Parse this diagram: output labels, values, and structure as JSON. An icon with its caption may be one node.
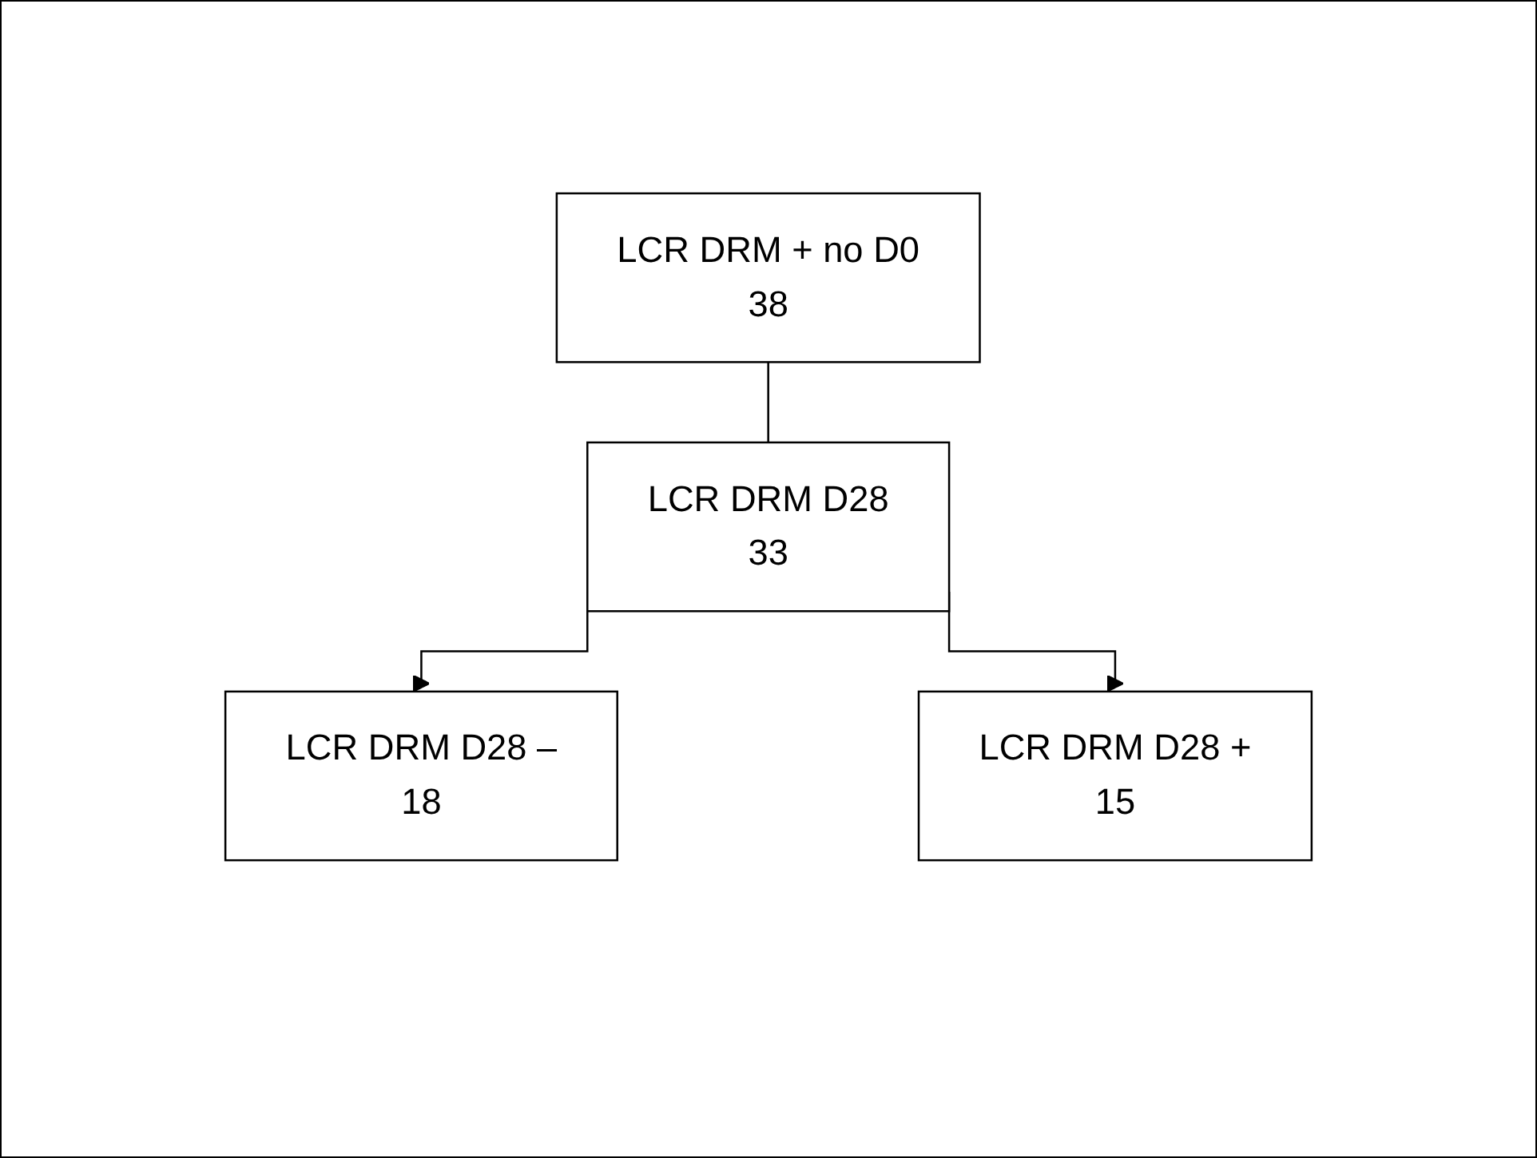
{
  "diagram": {
    "nodes": [
      {
        "text": [
          "LCR DRM + no D0",
          "38"
        ]
      },
      {
        "text": [
          "LCR DRM D28",
          "33"
        ]
      },
      {
        "text": [
          "LCR DRM D28 –",
          "18"
        ]
      },
      {
        "text": [
          "LCR DRM D28 +",
          "15"
        ]
      }
    ],
    "edges": [
      {
        "from": 0,
        "to": 1,
        "arrow": "none"
      },
      {
        "from": 1,
        "to": 2,
        "arrow": "to"
      },
      {
        "from": 1,
        "to": 3,
        "arrow": "to"
      }
    ]
  }
}
